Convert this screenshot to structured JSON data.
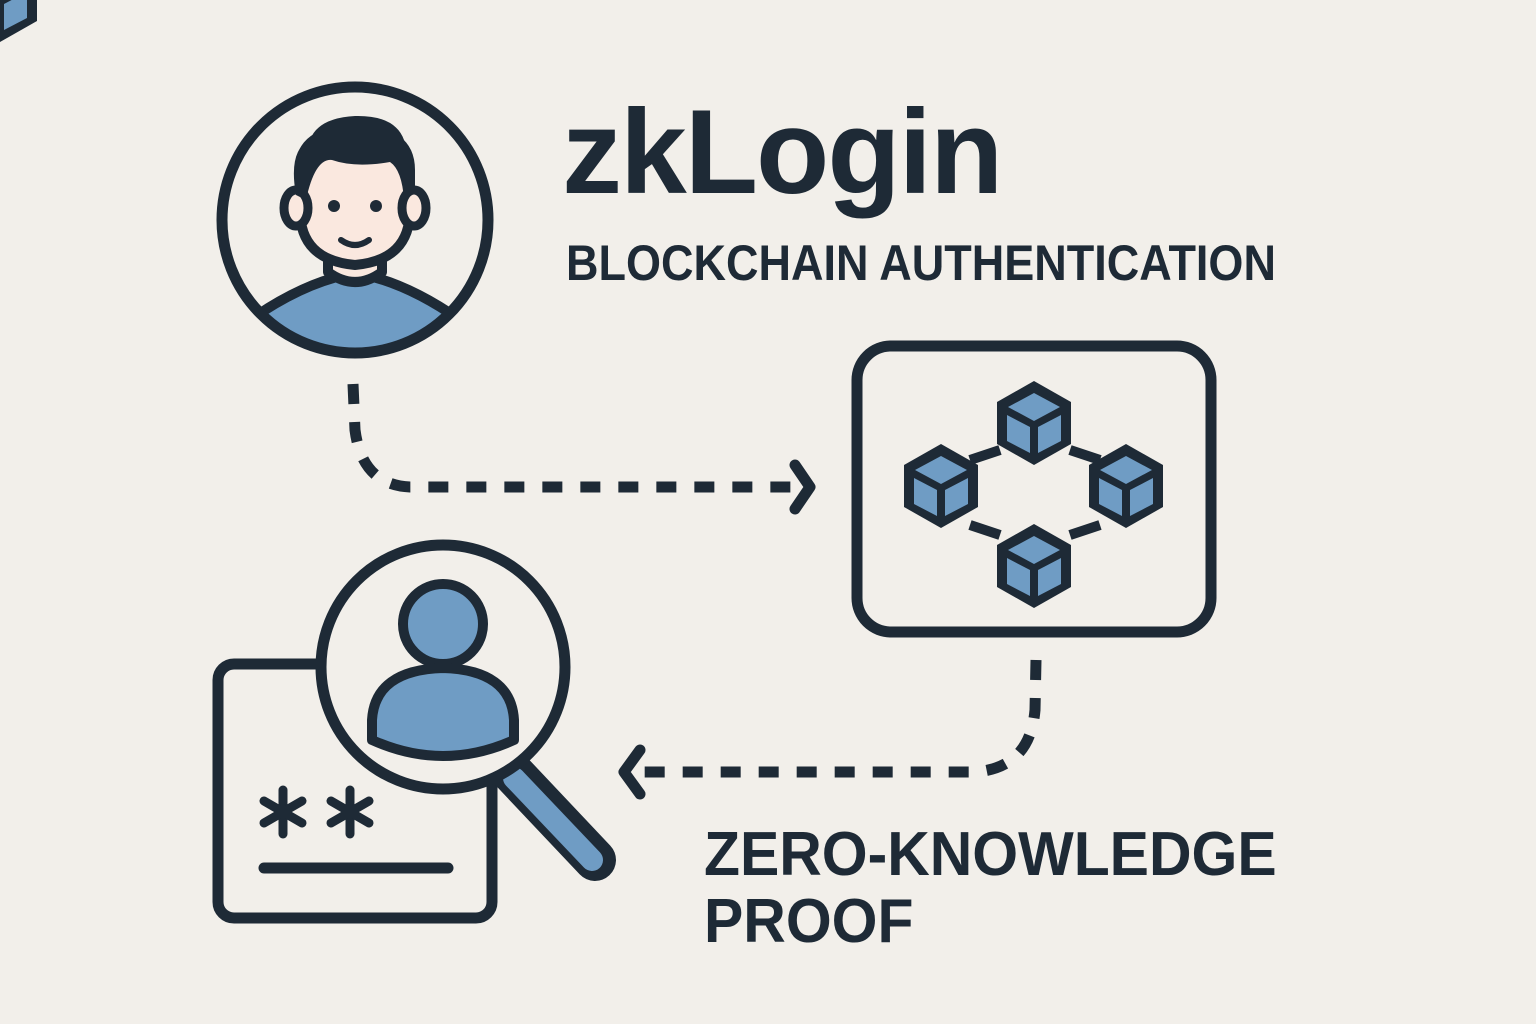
{
  "header": {
    "title": "zkLogin",
    "subtitle": "BLOCKCHAIN AUTHENTICATION"
  },
  "labels": {
    "zero_knowledge_proof_line1": "ZERO-KNOWLEDGE",
    "zero_knowledge_proof_line2": "PROOF"
  },
  "nodes": [
    {
      "id": "user",
      "icon": "user-avatar-icon"
    },
    {
      "id": "blockchain",
      "icon": "blockchain-cubes-icon"
    },
    {
      "id": "credential",
      "icon": "credential-card-magnifier-icon",
      "masked_text": "**"
    }
  ],
  "edges": [
    {
      "from": "user",
      "to": "blockchain",
      "style": "dashed-arrow"
    },
    {
      "from": "blockchain",
      "to": "credential",
      "style": "dashed-arrow"
    }
  ],
  "colors": {
    "background": "#f2efea",
    "stroke": "#1e2a36",
    "accent_blue": "#6f9cc4",
    "skin": "#fae8df"
  }
}
